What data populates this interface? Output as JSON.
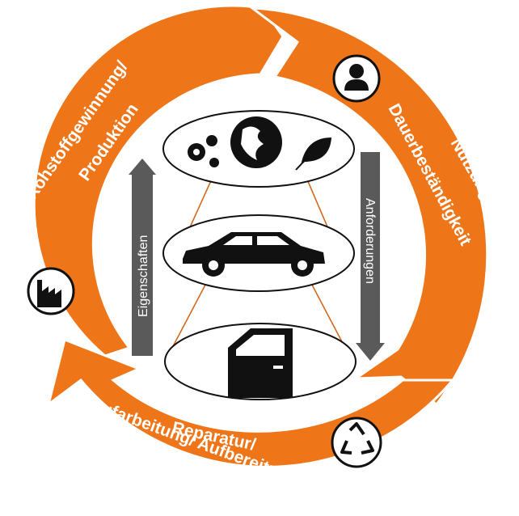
{
  "diagram": {
    "colors": {
      "ring": "#EE7518",
      "ring_border": "#FFFFFF",
      "arrow_gray": "#5A5A5A",
      "icon_dark": "#111111",
      "connector": "#D2691E"
    },
    "segments": [
      {
        "id": "rohstoff",
        "lines": [
          "Rohstoffgewinnung/",
          "Produktion"
        ],
        "icon": "factory-icon"
      },
      {
        "id": "nutzung",
        "lines": [
          "Nutzung/",
          "Dauerbeständigkeit"
        ],
        "icon": "user-icon"
      },
      {
        "id": "reparatur",
        "lines": [
          "Reparatur/",
          "Aufarbeitung/ Aufbereitung"
        ],
        "icon": "recycle-icon"
      }
    ],
    "center": {
      "levels": [
        {
          "id": "environment",
          "icons": [
            "gears-icon",
            "globe-icon",
            "leaf-icon"
          ]
        },
        {
          "id": "vehicle",
          "icons": [
            "car-icon"
          ]
        },
        {
          "id": "component",
          "icons": [
            "car-door-icon"
          ]
        }
      ],
      "left_arrow_label": "Eigenschaften",
      "right_arrow_label": "Anforderungen"
    }
  }
}
